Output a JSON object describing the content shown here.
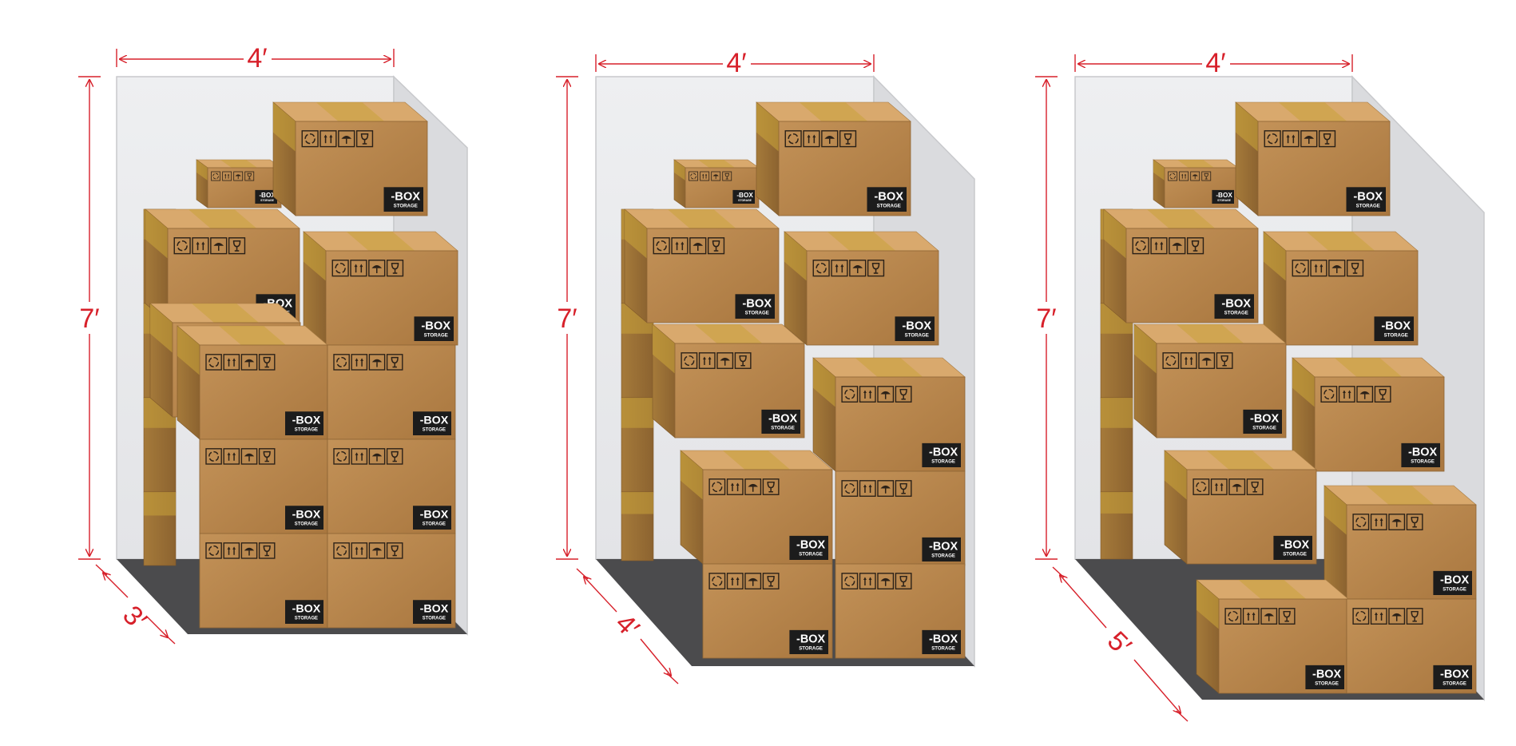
{
  "colors": {
    "dimension": "#d7202a",
    "wall_back": "#eaebed",
    "wall_side": "#d9dadd",
    "wall_stroke": "#c8c9cc",
    "floor": "#4b4b4d",
    "box_front": "#b7854a",
    "box_top": "#d9a96d",
    "box_side": "#9b6d36",
    "tape": "#c8a23a",
    "logo_bg": "#1c1c1c",
    "logo_text": "#ffffff"
  },
  "logo": {
    "brand": "-BOX",
    "sub": "STORAGE"
  },
  "handling_icons": [
    "recycle-icon",
    "this-way-up-icon",
    "keep-dry-icon",
    "fragile-icon"
  ],
  "units": [
    {
      "id": "unit-4x3",
      "width_label": "4′",
      "height_label": "7′",
      "depth_label": "3′",
      "width_ft": 4,
      "height_ft": 7,
      "depth_ft": 3
    },
    {
      "id": "unit-4x4",
      "width_label": "4′",
      "height_label": "7′",
      "depth_label": "4′",
      "width_ft": 4,
      "height_ft": 7,
      "depth_ft": 4
    },
    {
      "id": "unit-4x5",
      "width_label": "4′",
      "height_label": "7′",
      "depth_label": "5′",
      "width_ft": 4,
      "height_ft": 7,
      "depth_ft": 5
    }
  ]
}
